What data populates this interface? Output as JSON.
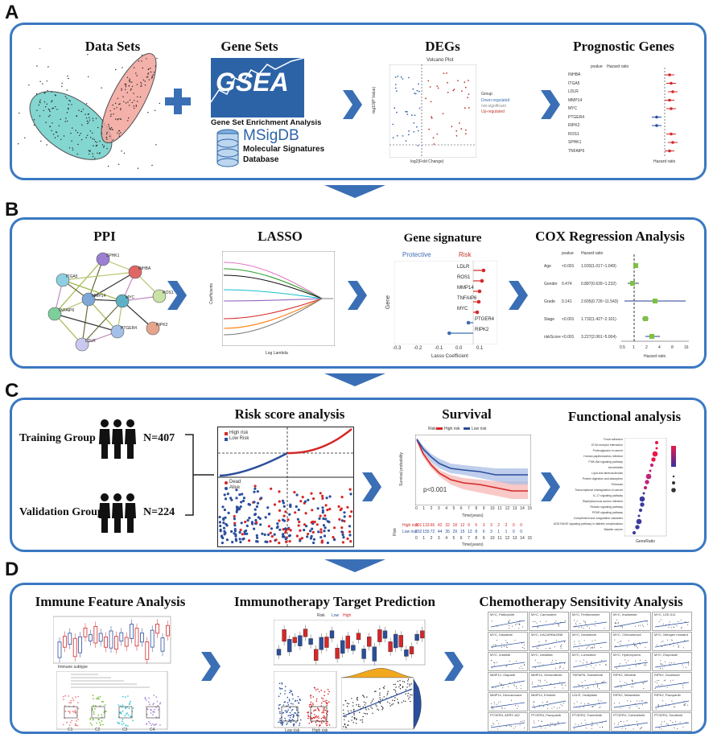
{
  "panels": {
    "A": {
      "letter": "A",
      "titles": {
        "data_sets": "Data Sets",
        "gene_sets": "Gene Sets",
        "degs": "DEGs",
        "prognostic": "Prognostic Genes"
      },
      "gsea": {
        "logo": "GSEA",
        "caption": "Gene Set Enrichment Analysis"
      },
      "msigdb": {
        "logo": "MSigDB",
        "line1": "Molecular Signatures",
        "line2": "Database"
      },
      "volcano": {
        "title": "Volcano Plot",
        "ylabel": "-log10(P Value)",
        "xlabel": "log2(Fold Change)",
        "legend_title": "Group",
        "legend": [
          "Down-regulated",
          "not-significant",
          "Up-regulated"
        ]
      },
      "forest": {
        "header_p": "pvalue",
        "header_hr": "Hazard ratio",
        "genes": [
          "INHBA",
          "ITGA5",
          "LDLR",
          "MMP14",
          "MYC",
          "PTGER4",
          "RIPK2",
          "ROS1",
          "SPHK1",
          "TNFAIP6"
        ],
        "xlabel": "Hazard ratio"
      }
    },
    "B": {
      "letter": "B",
      "titles": {
        "ppi": "PPI",
        "lasso": "LASSO",
        "signature": "Gene signature",
        "cox": "COX Regression Analysis"
      },
      "ppi_nodes": [
        "SPHK1",
        "INHBA",
        "ITGA5",
        "ROS1",
        "MMP14",
        "MYC",
        "TNFAIP6",
        "RIPK2",
        "PTGER4",
        "LDLR"
      ],
      "lasso": {
        "xlabel": "Log Lambda",
        "ylabel": "Coefficients"
      },
      "signature": {
        "protective": "Protective",
        "risk": "Risk",
        "ylabel": "Gene",
        "xlabel": "Lasso Coefficient",
        "genes": [
          "LDLR",
          "ROS1",
          "MMP14",
          "TNFAIP6",
          "MYC",
          "PTGER4",
          "RIPK2"
        ],
        "xticks": [
          "-0.3",
          "-0.2",
          "-0.1",
          "0.0",
          "0.1"
        ]
      },
      "cox": {
        "header_p": "pvalue",
        "header_hr": "Hazard ratio",
        "rows": [
          {
            "name": "Age",
            "p": "<0.001",
            "hr": "1.033(1.017~1.049)"
          },
          {
            "name": "Gender",
            "p": "0.474",
            "hr": "0.887(0.639~1.232)"
          },
          {
            "name": "Grade",
            "p": "0.141",
            "hr": "2.605(0.726~11.543)"
          },
          {
            "name": "Stage",
            "p": "<0.001",
            "hr": "1.732(1.427~2.101)"
          },
          {
            "name": "riskScore",
            "p": "<0.001",
            "hr": "3.227(2.061~5.004)"
          }
        ],
        "xlabel": "Hazard ratio",
        "xticks": [
          "0.5",
          "1",
          "2",
          "4",
          "8",
          "16"
        ]
      }
    },
    "C": {
      "letter": "C",
      "training": {
        "label": "Training Group",
        "n": "N=407"
      },
      "validation": {
        "label": "Validation Group",
        "n": "N=224"
      },
      "titles": {
        "risk": "Risk score analysis",
        "survival": "Survival",
        "functional": "Functional analysis"
      },
      "risk_legend": [
        "High risk",
        "Low Risk"
      ],
      "status_legend": [
        "Dead",
        "Alive"
      ],
      "survival": {
        "legend_label": "Risk",
        "legend": [
          "High risk",
          "Low risk"
        ],
        "ylabel": "Survival probability",
        "pvalue": "p<0.001",
        "xlabel": "Time(years)",
        "xticks": [
          "0",
          "1",
          "2",
          "3",
          "4",
          "5",
          "6",
          "7",
          "8",
          "9",
          "10",
          "11",
          "12",
          "13",
          "14",
          "15"
        ],
        "table_high": [
          "201",
          "133",
          "66",
          "42",
          "32",
          "18",
          "12",
          "9",
          "5",
          "3",
          "3",
          "2",
          "2",
          "0",
          "0"
        ],
        "table_low": [
          "202",
          "155",
          "72",
          "44",
          "35",
          "29",
          "15",
          "12",
          "8",
          "6",
          "3",
          "1",
          "1",
          "0",
          "0"
        ],
        "table_label": "Risk",
        "row_high": "High risk",
        "row_low": "Low risk"
      },
      "functional": {
        "xlabel": "GeneRatio",
        "terms": [
          "Focal adhesion",
          "ECM-receptor interaction",
          "Proteoglycans in cancer",
          "Human papillomavirus infection",
          "PI3K-Akt signaling pathway",
          "Amoebiasis",
          "Lipid and atherosclerosis",
          "Protein digestion and absorption",
          "Pertussis",
          "Transcriptional misregulation in cancer",
          "IL-17 signaling pathway",
          "Staphylococcus aureus infection",
          "Relaxin signaling pathway",
          "PPAR signaling pathway",
          "Complement and coagulation cascades",
          "AGE-RAGE signaling pathway in diabetic complications",
          "Bladder cancer"
        ]
      }
    },
    "D": {
      "letter": "D",
      "titles": {
        "immune": "Immune Feature Analysis",
        "target": "Immunotherapy Target Prediction",
        "chemo": "Chemotherapy Sensitivity Analysis"
      },
      "immune_legend": "Immune subtype",
      "box_groups": [
        "C1",
        "C2",
        "C3",
        "C4"
      ],
      "target_legend": [
        "Risk",
        "Low",
        "High"
      ],
      "box_xlabels": [
        "Low risk",
        "High risk"
      ],
      "chemo_cells": [
        "MYC, Palbociclib",
        "MYC, Carmustine",
        "MYC, Fenfluramine",
        "MYC, Ifosfamide",
        "MYC, LEE-011",
        "MYC, Dasatinib",
        "MYC, DACARBAZINE",
        "MYC, Decitabine",
        "MYC, Chlorambucil",
        "MYC, Nitrogen mustard",
        "MYC, Imatinib",
        "MYC, Idelalisib",
        "MYC, Lomustine",
        "MYC, Hydroxyurea",
        "MYC, Etoposide",
        "MMP14, Olaparib",
        "MMP14, Vemurafenib",
        "TNFAIP6, Dabrafenib",
        "RIPK2, Nilotinib",
        "RIPK2, Docetaxel",
        "MMP14, Dexrazoxane",
        "MMP14, Erlotinib",
        "LDLR, Oxaliplatin",
        "RIPK2, Nelarabine",
        "RIPK2, Pazopanib",
        "PTGER4, ARRY-162",
        "PTGER4, Pazopanib",
        "PTGER4, Trametinib",
        "PTGER4, Cobimetinib",
        "PTGER4, Sorafenib"
      ]
    }
  }
}
